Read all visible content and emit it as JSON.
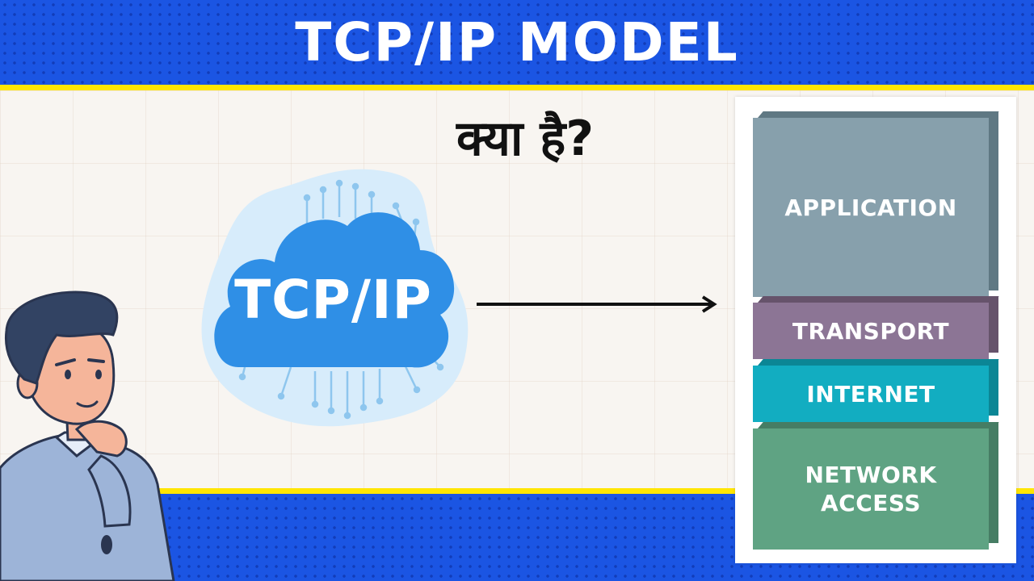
{
  "header": {
    "title": "TCP/IP MODEL"
  },
  "subtitle": "क्या है?",
  "cloud": {
    "label": "TCP/IP"
  },
  "layers": [
    {
      "label": "APPLICATION",
      "color": "#87a0ac"
    },
    {
      "label": "TRANSPORT",
      "color": "#8c7595"
    },
    {
      "label": "INTERNET",
      "color": "#12adc1"
    },
    {
      "label": "NETWORK ACCESS",
      "color": "#5fa383"
    }
  ],
  "colors": {
    "blue": "#1b55e3",
    "yellow": "#ffe500",
    "cloud": "#2f8fe6"
  }
}
